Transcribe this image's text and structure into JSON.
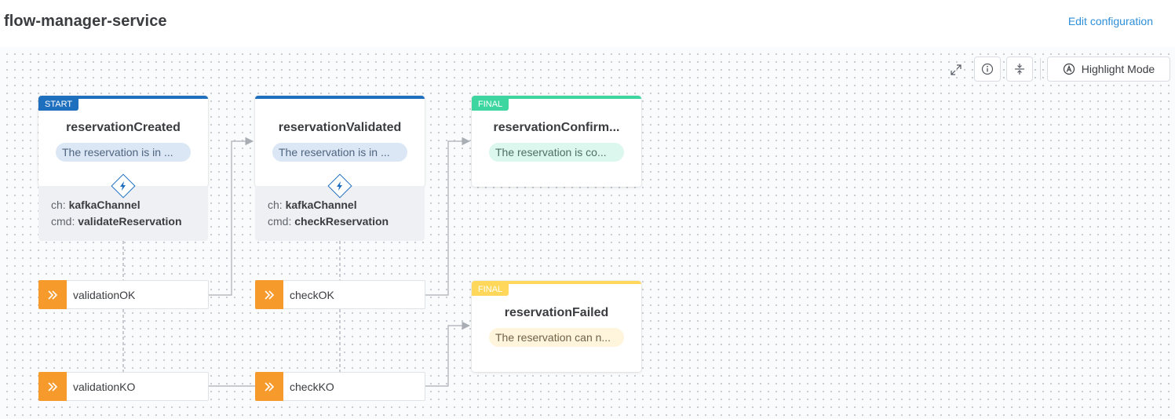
{
  "header": {
    "title": "flow-manager-service",
    "edit_link": "Edit configuration"
  },
  "toolbar": {
    "highlight_label": "Highlight Mode"
  },
  "states": [
    {
      "tag": "START",
      "name": "reservationCreated",
      "description": "The reservation is in ...",
      "channel": "kafkaChannel",
      "command": "validateReservation"
    },
    {
      "tag": "",
      "name": "reservationValidated",
      "description": "The reservation is in ...",
      "channel": "kafkaChannel",
      "command": "checkReservation"
    },
    {
      "tag": "FINAL",
      "name": "reservationConfirm...",
      "description": "The reservation is co..."
    },
    {
      "tag": "FINAL",
      "name": "reservationFailed",
      "description": "The reservation can n..."
    }
  ],
  "labels": {
    "ch": "ch:",
    "cmd": "cmd:"
  },
  "events": [
    "validationOK",
    "validationKO",
    "checkOK",
    "checkKO"
  ],
  "colors": {
    "start": "#1f6fbf",
    "final_success": "#3dd6a0",
    "final_failure": "#ffd75a",
    "event_badge": "#f69a2b",
    "link": "#2f8fd9"
  }
}
